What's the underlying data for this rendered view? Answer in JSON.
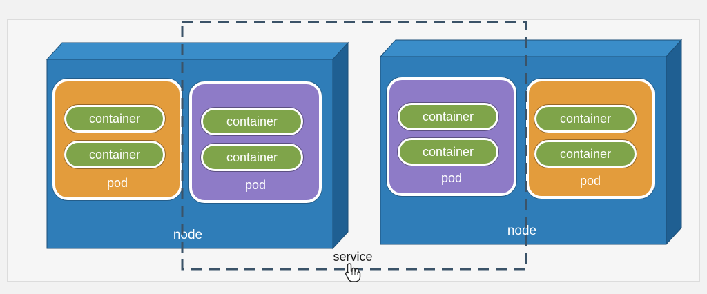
{
  "diagram": {
    "service": {
      "label": "service"
    },
    "nodes": [
      {
        "label": "node",
        "pods": [
          {
            "label": "pod",
            "color": "orange",
            "containers": [
              "container",
              "container"
            ]
          },
          {
            "label": "pod",
            "color": "purple",
            "containers": [
              "container",
              "container"
            ]
          }
        ]
      },
      {
        "label": "node",
        "pods": [
          {
            "label": "pod",
            "color": "purple",
            "containers": [
              "container",
              "container"
            ]
          },
          {
            "label": "pod",
            "color": "orange",
            "containers": [
              "container",
              "container"
            ]
          }
        ]
      }
    ]
  },
  "colors": {
    "node_front": "#2f7db8",
    "node_top": "#3a8dc9",
    "node_side": "#1f5f92",
    "pod_orange": "#e39c3c",
    "pod_purple": "#8e7bc7",
    "container": "#7fa44a",
    "service_border": "#3b5368"
  },
  "icons": {
    "cursor": "hand-pointer-icon"
  }
}
